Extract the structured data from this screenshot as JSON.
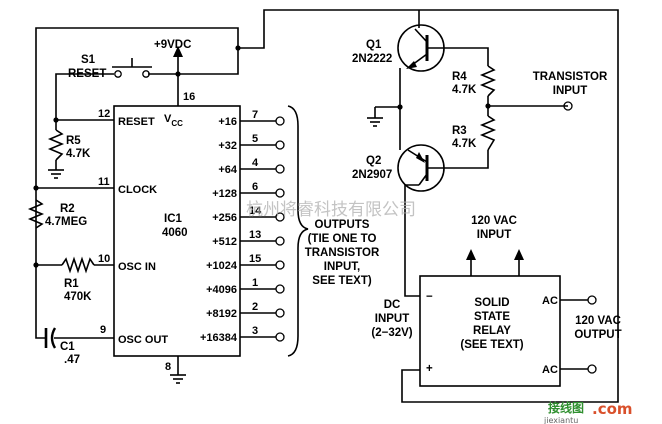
{
  "supply": "+9VDC",
  "switch": {
    "ref": "S1",
    "name": "RESET"
  },
  "resistors": [
    {
      "ref": "R5",
      "value": "4.7K"
    },
    {
      "ref": "R2",
      "value": "4.7MEG"
    },
    {
      "ref": "R1",
      "value": "470K"
    },
    {
      "ref": "R4",
      "value": "4.7K"
    },
    {
      "ref": "R3",
      "value": "4.7K"
    }
  ],
  "capacitor": {
    "ref": "C1",
    "value": ".47"
  },
  "ic": {
    "ref": "IC1",
    "part": "4060",
    "vcc_main": "V",
    "vcc_sub": "CC",
    "left_pins": [
      {
        "num": "12",
        "name": "RESET"
      },
      {
        "num": "11",
        "name": "CLOCK"
      },
      {
        "num": "10",
        "name": "OSC IN"
      },
      {
        "num": "9",
        "name": "OSC OUT"
      }
    ],
    "top_pin": "16",
    "bottom_pin": "8",
    "outputs": [
      {
        "num": "7",
        "name": "+16"
      },
      {
        "num": "5",
        "name": "+32"
      },
      {
        "num": "4",
        "name": "+64"
      },
      {
        "num": "6",
        "name": "+128"
      },
      {
        "num": "14",
        "name": "+256"
      },
      {
        "num": "13",
        "name": "+512"
      },
      {
        "num": "15",
        "name": "+1024"
      },
      {
        "num": "1",
        "name": "+4096"
      },
      {
        "num": "2",
        "name": "+8192"
      },
      {
        "num": "3",
        "name": "+16384"
      }
    ]
  },
  "outputs_note": [
    "OUTPUTS",
    "(TIE ONE TO",
    "TRANSISTOR",
    "INPUT,",
    "SEE TEXT)"
  ],
  "transistors": [
    {
      "ref": "Q1",
      "part": "2N2222"
    },
    {
      "ref": "Q2",
      "part": "2N2907"
    }
  ],
  "transistor_input": [
    "TRANSISTOR",
    "INPUT"
  ],
  "ac_input": [
    "120 VAC",
    "INPUT"
  ],
  "relay": {
    "label": [
      "SOLID",
      "STATE",
      "RELAY",
      "(SEE TEXT)"
    ],
    "minus": "−",
    "plus": "+",
    "ac_terminal": "AC"
  },
  "dc_input": [
    "DC",
    "INPUT",
    "(2−32V)"
  ],
  "ac_output": [
    "120 VAC",
    "OUTPUT"
  ],
  "watermark": {
    "text": "杭州将睿科技有限公司",
    "site": "jiexiantu",
    "logo": "接线图",
    "dotcom": ".com"
  }
}
